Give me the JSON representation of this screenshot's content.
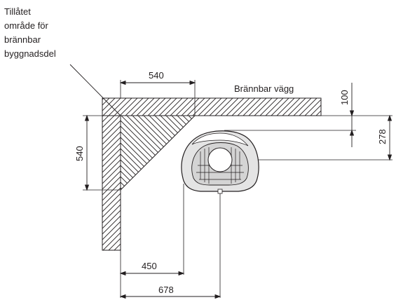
{
  "zone_label": {
    "lines": [
      "Tillåtet",
      "område för",
      "brännbar",
      "byggnadsdel"
    ]
  },
  "wall_label": "Brännbar vägg",
  "dimensions": {
    "top_width": "540",
    "left_height": "540",
    "wall_offset": "100",
    "center_offset": "278",
    "bottom_inner": "450",
    "bottom_outer": "678"
  },
  "colors": {
    "line": "#231f20",
    "stove_fill": "#e4e4e4",
    "background": "#ffffff"
  }
}
